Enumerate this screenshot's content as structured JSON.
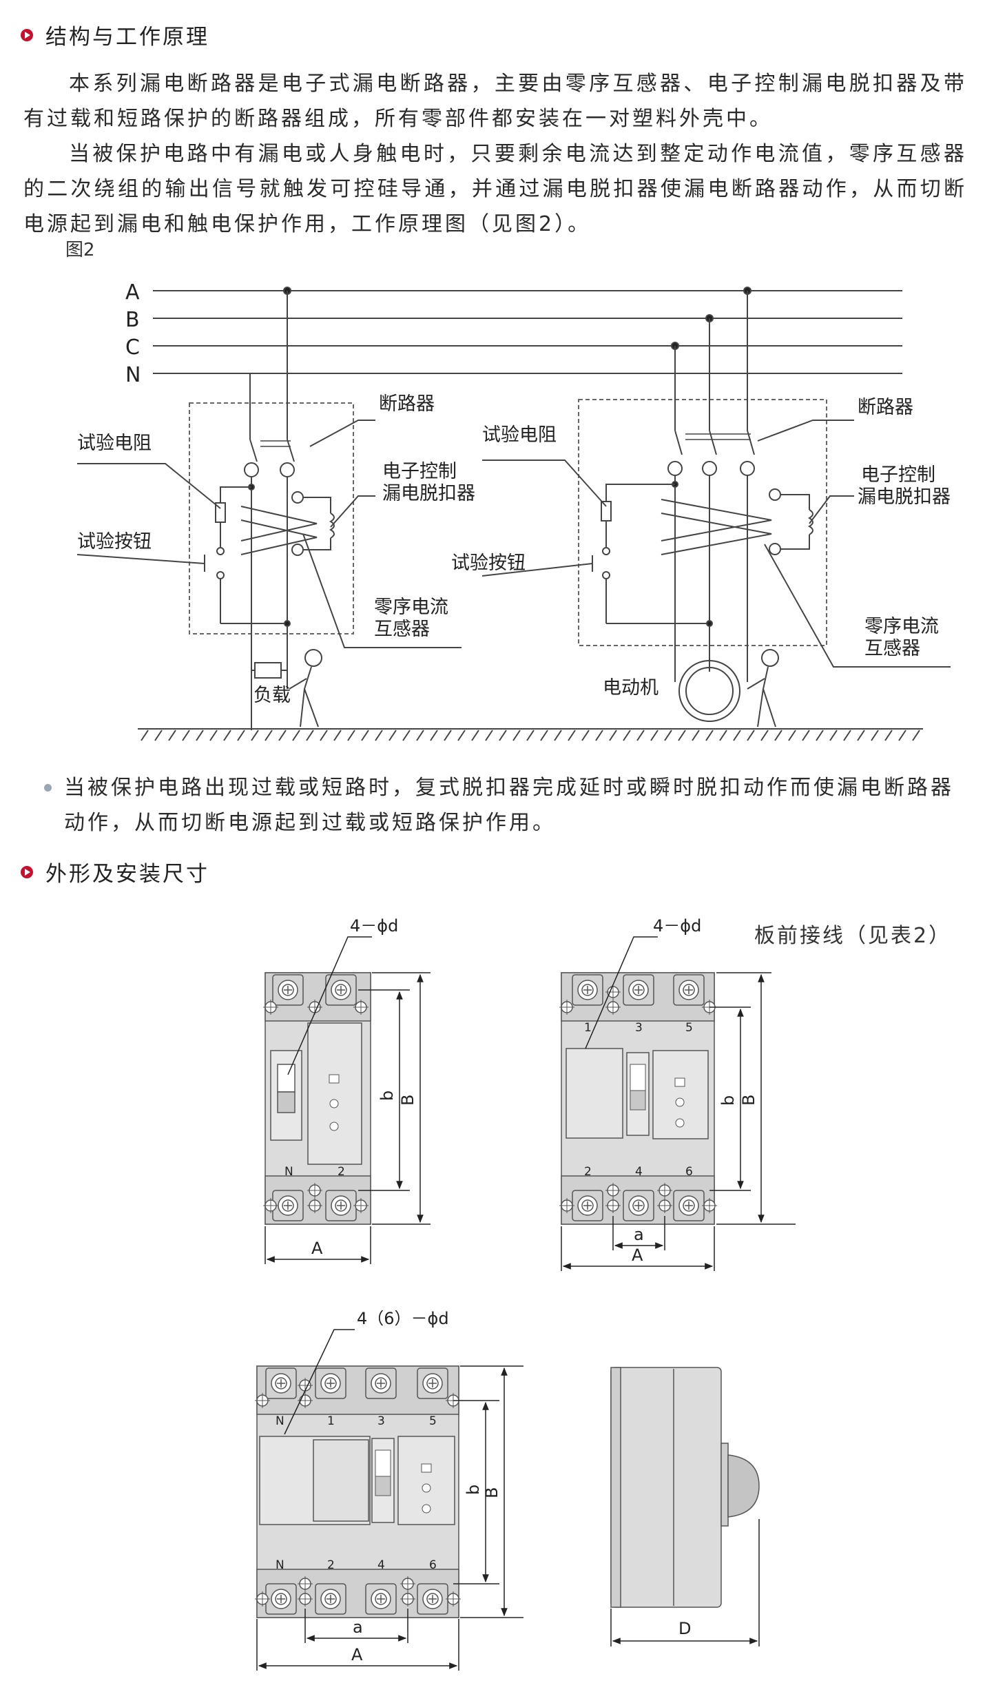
{
  "section1": {
    "title": "结构与工作原理"
  },
  "body": {
    "p1": "本系列漏电断路器是电子式漏电断路器，主要由零序互感器、电子控制漏电脱扣器及带有过载和短路保护的断路器组成，所有零部件都安装在一对塑料外壳中。",
    "p2": "当被保护电路中有漏电或人身触电时，只要剩余电流达到整定动作电流值，零序互感器的二次绕组的输出信号就触发可控硅导通，并通过漏电脱扣器使漏电断路器动作，从而切断电源起到漏电和触电保护作用，工作原理图（见图2）。"
  },
  "figure2": {
    "label": "图2",
    "lines": [
      "A",
      "B",
      "C",
      "N"
    ],
    "left": {
      "breaker": "断路器",
      "test_resistor": "试验电阻",
      "test_button": "试验按钮",
      "trip_line1": "电子控制",
      "trip_line2": "漏电脱扣器",
      "ct_line1": "零序电流",
      "ct_line2": "互感器",
      "load": "负载"
    },
    "right": {
      "breaker": "断路器",
      "test_resistor": "试验电阻",
      "test_button": "试验按钮",
      "trip_line1": "电子控制",
      "trip_line2": "漏电脱扣器",
      "ct_line1": "零序电流",
      "ct_line2": "互感器",
      "motor": "电动机"
    }
  },
  "note": "当被保护电路出现过载或短路时，复式脱扣器完成延时或瞬时脱扣动作而使漏电断路器动作，从而切断电源起到过载或短路保护作用。",
  "section2": {
    "title": "外形及安装尺寸"
  },
  "dims": {
    "wiring_note": "板前接线（见表2）",
    "hole2": "4－ϕd",
    "hole4": "4（6）－ϕd",
    "A": "A",
    "B": "B",
    "a": "a",
    "b": "b",
    "D": "D",
    "term_2p_top": [
      "",
      ""
    ],
    "term_2p_bottom": [
      "N",
      "2"
    ],
    "term_3p_top": [
      "1",
      "3",
      "5"
    ],
    "term_3p_bottom": [
      "2",
      "4",
      "6"
    ],
    "term_4p_top": [
      "N",
      "1",
      "3",
      "5"
    ],
    "term_4p_bottom": [
      "N",
      "2",
      "4",
      "6"
    ]
  },
  "colors": {
    "accent": "#c8102e",
    "body": "#dcdcdc",
    "line": "#222222"
  }
}
